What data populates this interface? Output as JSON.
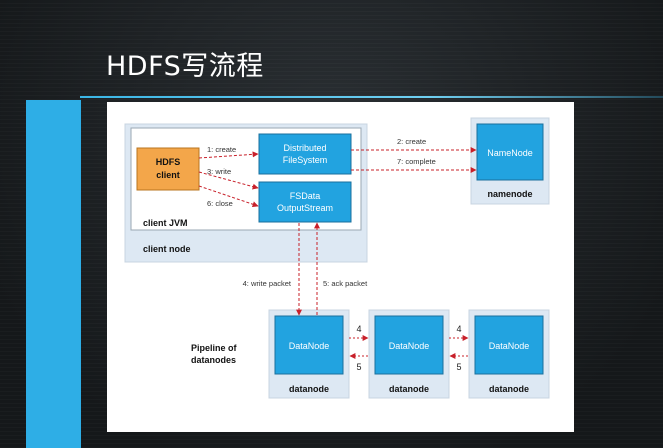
{
  "slide": {
    "title": "HDFS写流程"
  },
  "diagram": {
    "client_node_label": "client node",
    "client_jvm_label": "client JVM",
    "hdfs_client": {
      "line1": "HDFS",
      "line2": "client"
    },
    "dfs": {
      "line1": "Distributed",
      "line2": "FileSystem"
    },
    "fsdata": {
      "line1": "FSData",
      "line2": "OutputStream"
    },
    "namenode_box": "NameNode",
    "namenode_label": "namenode",
    "datanode_box": "DataNode",
    "datanode_label": "datanode",
    "pipeline": {
      "line1": "Pipeline of",
      "line2": "datanodes"
    },
    "edges": {
      "create": "1: create",
      "write": "3: write",
      "close": "6: close",
      "nn_create": "2: create",
      "nn_complete": "7: complete",
      "write_packet": "4: write packet",
      "ack_packet": "5: ack packet",
      "fwd": "4",
      "ack": "5"
    },
    "colors": {
      "node_blue": "#22a3e0",
      "client_orange": "#f3a64a",
      "arrow_red": "#c8202a",
      "group_bg": "#dde8f3"
    }
  }
}
